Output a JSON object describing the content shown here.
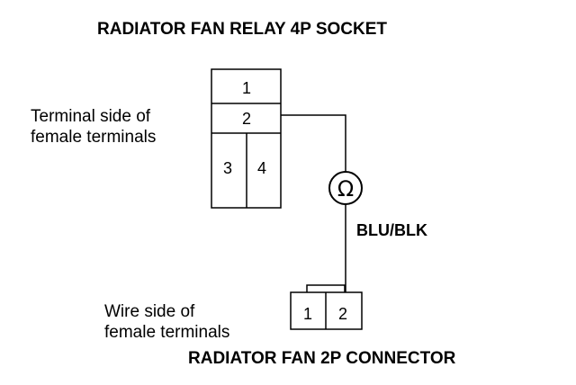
{
  "relay_socket": {
    "title": "RADIATOR FAN RELAY 4P SOCKET",
    "side_label_line1": "Terminal side of",
    "side_label_line2": "female terminals",
    "terminals": [
      "1",
      "2",
      "3",
      "4"
    ]
  },
  "meter": {
    "symbol": "Ω"
  },
  "wire": {
    "color_code": "BLU/BLK"
  },
  "fan_connector": {
    "title": "RADIATOR FAN 2P CONNECTOR",
    "side_label_line1": "Wire side of",
    "side_label_line2": "female terminals",
    "terminals": [
      "1",
      "2"
    ]
  }
}
